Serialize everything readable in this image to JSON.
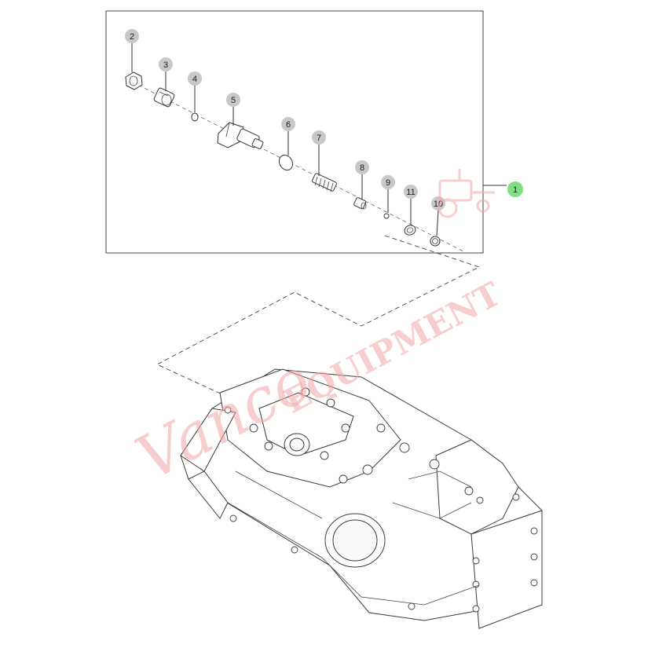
{
  "colors": {
    "callout_fill": "#c8c8c8",
    "callout_highlight": "#7ee07e",
    "line": "#333333",
    "watermark": "#f3a5a5"
  },
  "callouts": [
    {
      "id": "2",
      "label": "2"
    },
    {
      "id": "3",
      "label": "3"
    },
    {
      "id": "4",
      "label": "4"
    },
    {
      "id": "5",
      "label": "5"
    },
    {
      "id": "6",
      "label": "6"
    },
    {
      "id": "7",
      "label": "7"
    },
    {
      "id": "8",
      "label": "8"
    },
    {
      "id": "9",
      "label": "9"
    },
    {
      "id": "11",
      "label": "11"
    },
    {
      "id": "10",
      "label": "10"
    },
    {
      "id": "1",
      "label": "1"
    }
  ],
  "watermark": {
    "script": "Vanco",
    "block": "EQUIPMENT"
  },
  "icons": [
    "tractor-icon"
  ]
}
